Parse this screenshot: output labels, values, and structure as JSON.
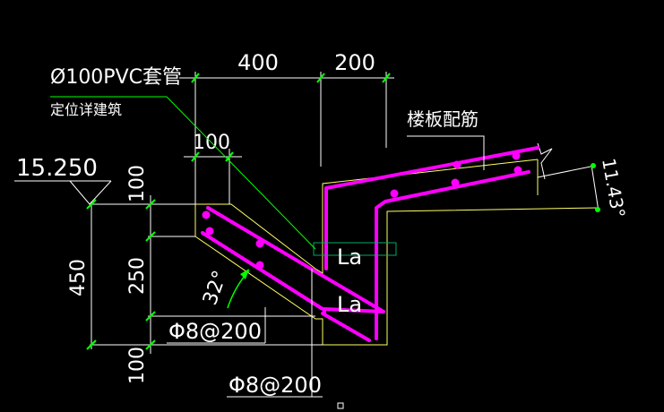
{
  "colors": {
    "background": "#000000",
    "text": "#ffffff",
    "concrete_outline": "#ffff66",
    "rebar": "#ff00ff",
    "dim_ticks": "#00ff00",
    "leader": "#00ff00",
    "hatch_box": "#00aa66"
  },
  "labels": {
    "pvc": "Ø100PVC套管",
    "pvc_note": "定位详建筑",
    "slab_rebar": "楼板配筋",
    "elevation": "15.250",
    "angle_32": "32°",
    "angle_1143": "11.43°",
    "la_upper": "La",
    "la_lower": "La",
    "rebar_left": "Φ8@200",
    "rebar_bottom": "Φ8@200"
  },
  "dimensions": {
    "top_400": "400",
    "top_200": "200",
    "top_100": "100",
    "left_100_top": "100",
    "left_250": "250",
    "left_450": "450",
    "left_100_bottom": "100"
  }
}
